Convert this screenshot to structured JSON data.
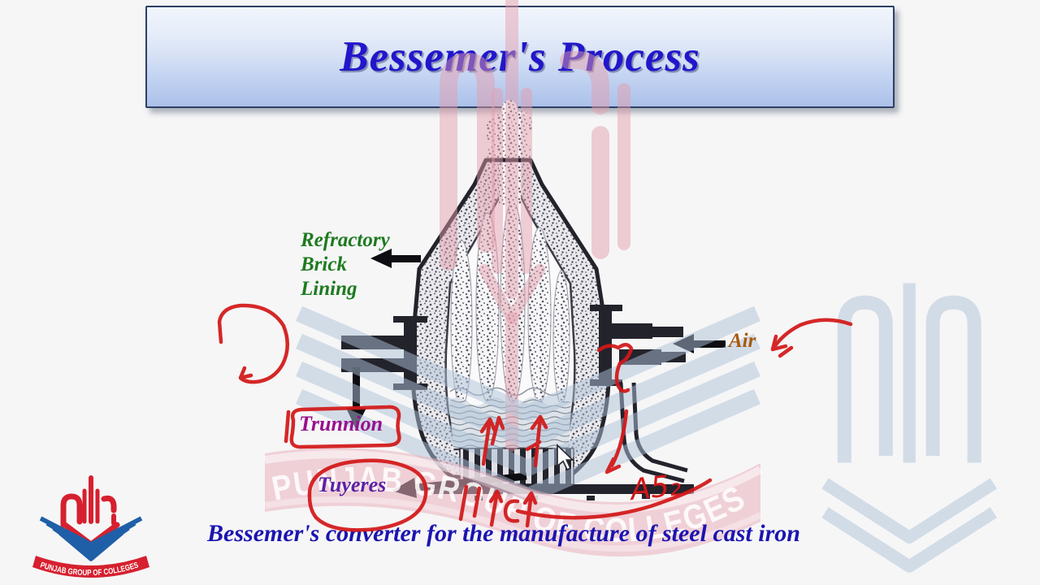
{
  "slide": {
    "title": "Bessemer's Process",
    "caption": "Bessemer's converter for the manufacture of steel cast iron"
  },
  "labels": {
    "refractory": "Refractory\nBrick\nLining",
    "air": "Air",
    "trunnion": "Trunnion",
    "tuyeres": "Tuyeres"
  },
  "annotations": {
    "handwritten_note": "A5₂",
    "marks": [
      "freehand-loop",
      "box-around-trunnion",
      "ellipse-around-tuyeres",
      "up-arrows-through-tuyeres",
      "air-flow-curve",
      "duct-arrow",
      "sweep-underline"
    ]
  },
  "watermark": {
    "ribbon_text": "PUNJAB GROUP OF COLLEGES"
  },
  "logo": {
    "ribbon_text": "PUNJAB GROUP OF COLLEGES"
  },
  "colors": {
    "title_text": "#2216cb",
    "caption_text": "#1b14b0",
    "refractory_label": "#1e7a1e",
    "air_label": "#a85a10",
    "trunnion_label": "#98108e",
    "tuyeres_label": "#5b21a6",
    "annotation_red": "#d31818",
    "watermark_pink": "#e39dac",
    "watermark_blue": "#aec2d8",
    "logo_red": "#d6202f",
    "logo_blue": "#1f5fa8"
  }
}
